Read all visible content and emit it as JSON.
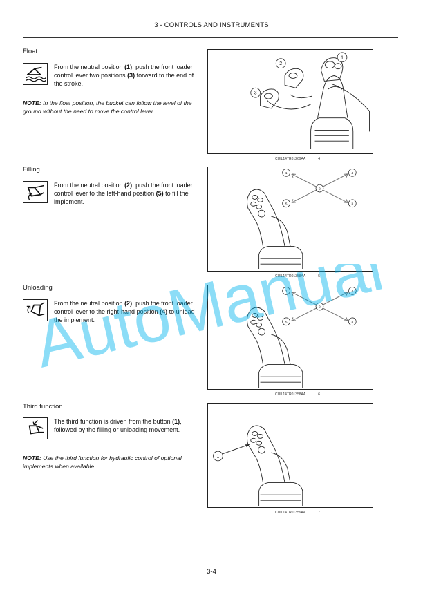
{
  "header": {
    "title": "3 - CONTROLS AND INSTRUMENTS"
  },
  "footer": {
    "page_number": "3-4"
  },
  "watermark": {
    "text": "AutoManual"
  },
  "sections": [
    {
      "title": "Float",
      "icon": "bucket-float-icon",
      "text_parts": [
        "From the neutral position ",
        "(1)",
        ", push the front loader control lever two positions ",
        "(3)",
        " forward to the end of the stroke."
      ],
      "note_label": "NOTE:",
      "note_text": " In the float position, the bucket can follow the level of the ground without the need to move the control lever.",
      "figure": {
        "code": "CUIL14TR01269AA",
        "number": "4",
        "callouts": [
          "1",
          "2",
          "3"
        ]
      }
    },
    {
      "title": "Filling",
      "icon": "bucket-fill-icon",
      "text_parts": [
        "From the neutral position ",
        "(2)",
        ", push the front loader control lever to the left-hand position ",
        "(5)",
        " to fill the implement."
      ],
      "figure": {
        "code": "CUIL14TR01358AA",
        "number": "5",
        "callouts": [
          "1",
          "2",
          "3",
          "4",
          "5"
        ]
      }
    },
    {
      "title": "Unloading",
      "icon": "bucket-unload-icon",
      "text_parts": [
        "From the neutral position ",
        "(2)",
        ", push the front loader control lever to the right-hand position ",
        "(4)",
        " to unload the implement."
      ],
      "figure": {
        "code": "CUIL14TR01358AA",
        "number": "6",
        "callouts": [
          "1",
          "2",
          "3",
          "4",
          "5"
        ]
      }
    },
    {
      "title": "Third function",
      "icon": "third-function-icon",
      "text_parts": [
        "The third function is driven from the button ",
        "(1)",
        ", followed by the filling or unloading movement.",
        "",
        ""
      ],
      "note_label": "NOTE:",
      "note_text": " Use the third function for hydraulic control of optional implements when available.",
      "figure": {
        "code": "CUIL14TR01359AA",
        "number": "7",
        "callouts": [
          "1"
        ]
      }
    }
  ]
}
